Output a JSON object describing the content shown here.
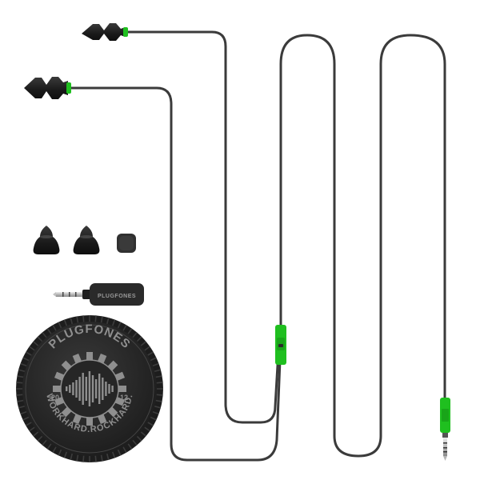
{
  "product": {
    "adapter_brand": "PLUGFONES",
    "case_brand": "PLUGFONES",
    "case_tagline": "WORKHARD.ROCKHARD.",
    "year_left": "20",
    "year_right": "12"
  },
  "colors": {
    "background": "#ffffff",
    "cable": "#3a3a3a",
    "accent_green": "#1fbf1f",
    "case_dark": "#262626",
    "case_etch": "#8f8f8f",
    "tip_black": "#1e1e1e",
    "plug_silver": "#c9c9c9"
  },
  "items": [
    "earbud-left",
    "earbud-right",
    "spare-eartip-1",
    "spare-eartip-2",
    "foam-tip",
    "jack-adapter",
    "carry-case",
    "inline-remote",
    "audio-jack"
  ]
}
